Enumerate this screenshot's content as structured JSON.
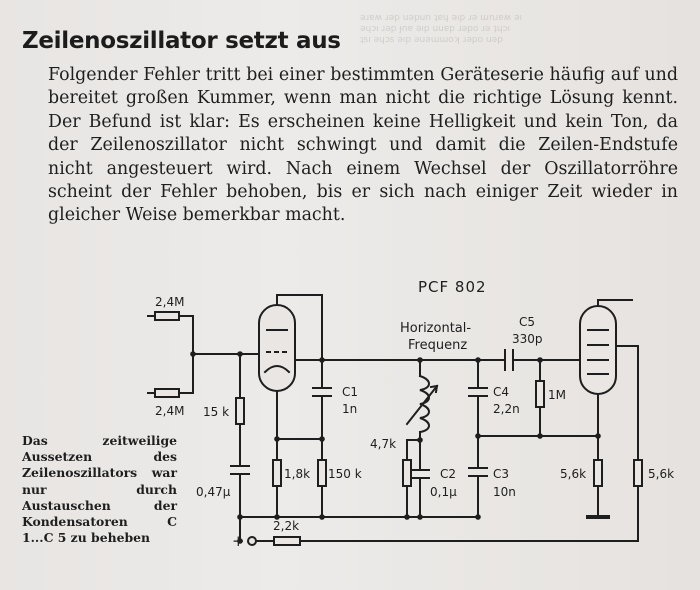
{
  "article": {
    "title": "Zeilenoszillator setzt aus",
    "body": "Folgender Fehler tritt bei einer bestimmten Geräteserie häufig auf und bereitet großen Kummer, wenn man nicht die richtige Lösung kennt. Der Befund ist klar: Es erscheinen keine Helligkeit und kein Ton, da der Zeilenoszillator nicht schwingt und damit die Zeilen-Endstufe nicht angesteuert wird. Nach einem Wechsel der Oszillatorröhre scheint der Fehler behoben, bis er sich nach einiger Zeit wieder in gleicher Weise bemerkbar macht."
  },
  "caption": "Das zeitweilige Aussetzen des Zeilenoszillators war nur durch Austauschen der Kondensatoren C 1...C 5 zu beheben",
  "schematic": {
    "tube": "PCF 802",
    "freq_label_1": "Horizontal-",
    "freq_label_2": "Frequenz",
    "r_in_top": "2,4M",
    "r_in_bottom": "2,4M",
    "r_15k": "15 k",
    "c_047": "0,47µ",
    "r_18k": "1,8k",
    "r_150k": "150 k",
    "c1_name": "C1",
    "c1_value": "1n",
    "r_47k": "4,7k",
    "c2_name": "C2",
    "c2_value": "0,1µ",
    "c3_name": "C3",
    "c3_value": "10n",
    "c4_name": "C4",
    "c4_value": "2,2n",
    "c5_name": "C5",
    "c5_value": "330p",
    "r_1m": "1M",
    "r_56k_a": "5,6k",
    "r_56k_b": "5,6k",
    "r_22k": "2,2k",
    "plus": "+"
  }
}
